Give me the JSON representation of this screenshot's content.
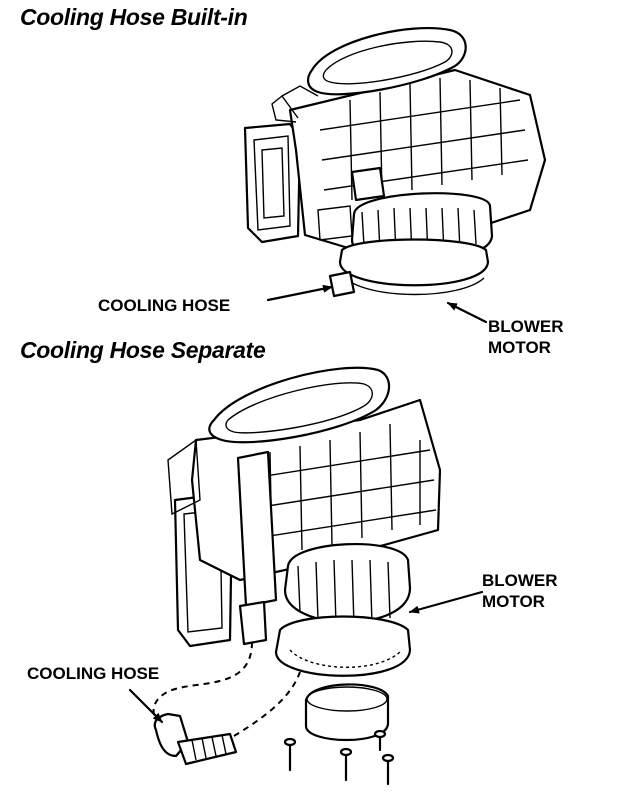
{
  "diagram": {
    "top_section": {
      "heading": "Cooling Hose Built-in",
      "labels": {
        "cooling_hose": "COOLING HOSE",
        "blower_motor_line1": "BLOWER",
        "blower_motor_line2": "MOTOR"
      }
    },
    "bottom_section": {
      "heading": "Cooling Hose Separate",
      "labels": {
        "cooling_hose": "COOLING HOSE",
        "blower_motor_line1": "BLOWER",
        "blower_motor_line2": "MOTOR"
      }
    }
  }
}
